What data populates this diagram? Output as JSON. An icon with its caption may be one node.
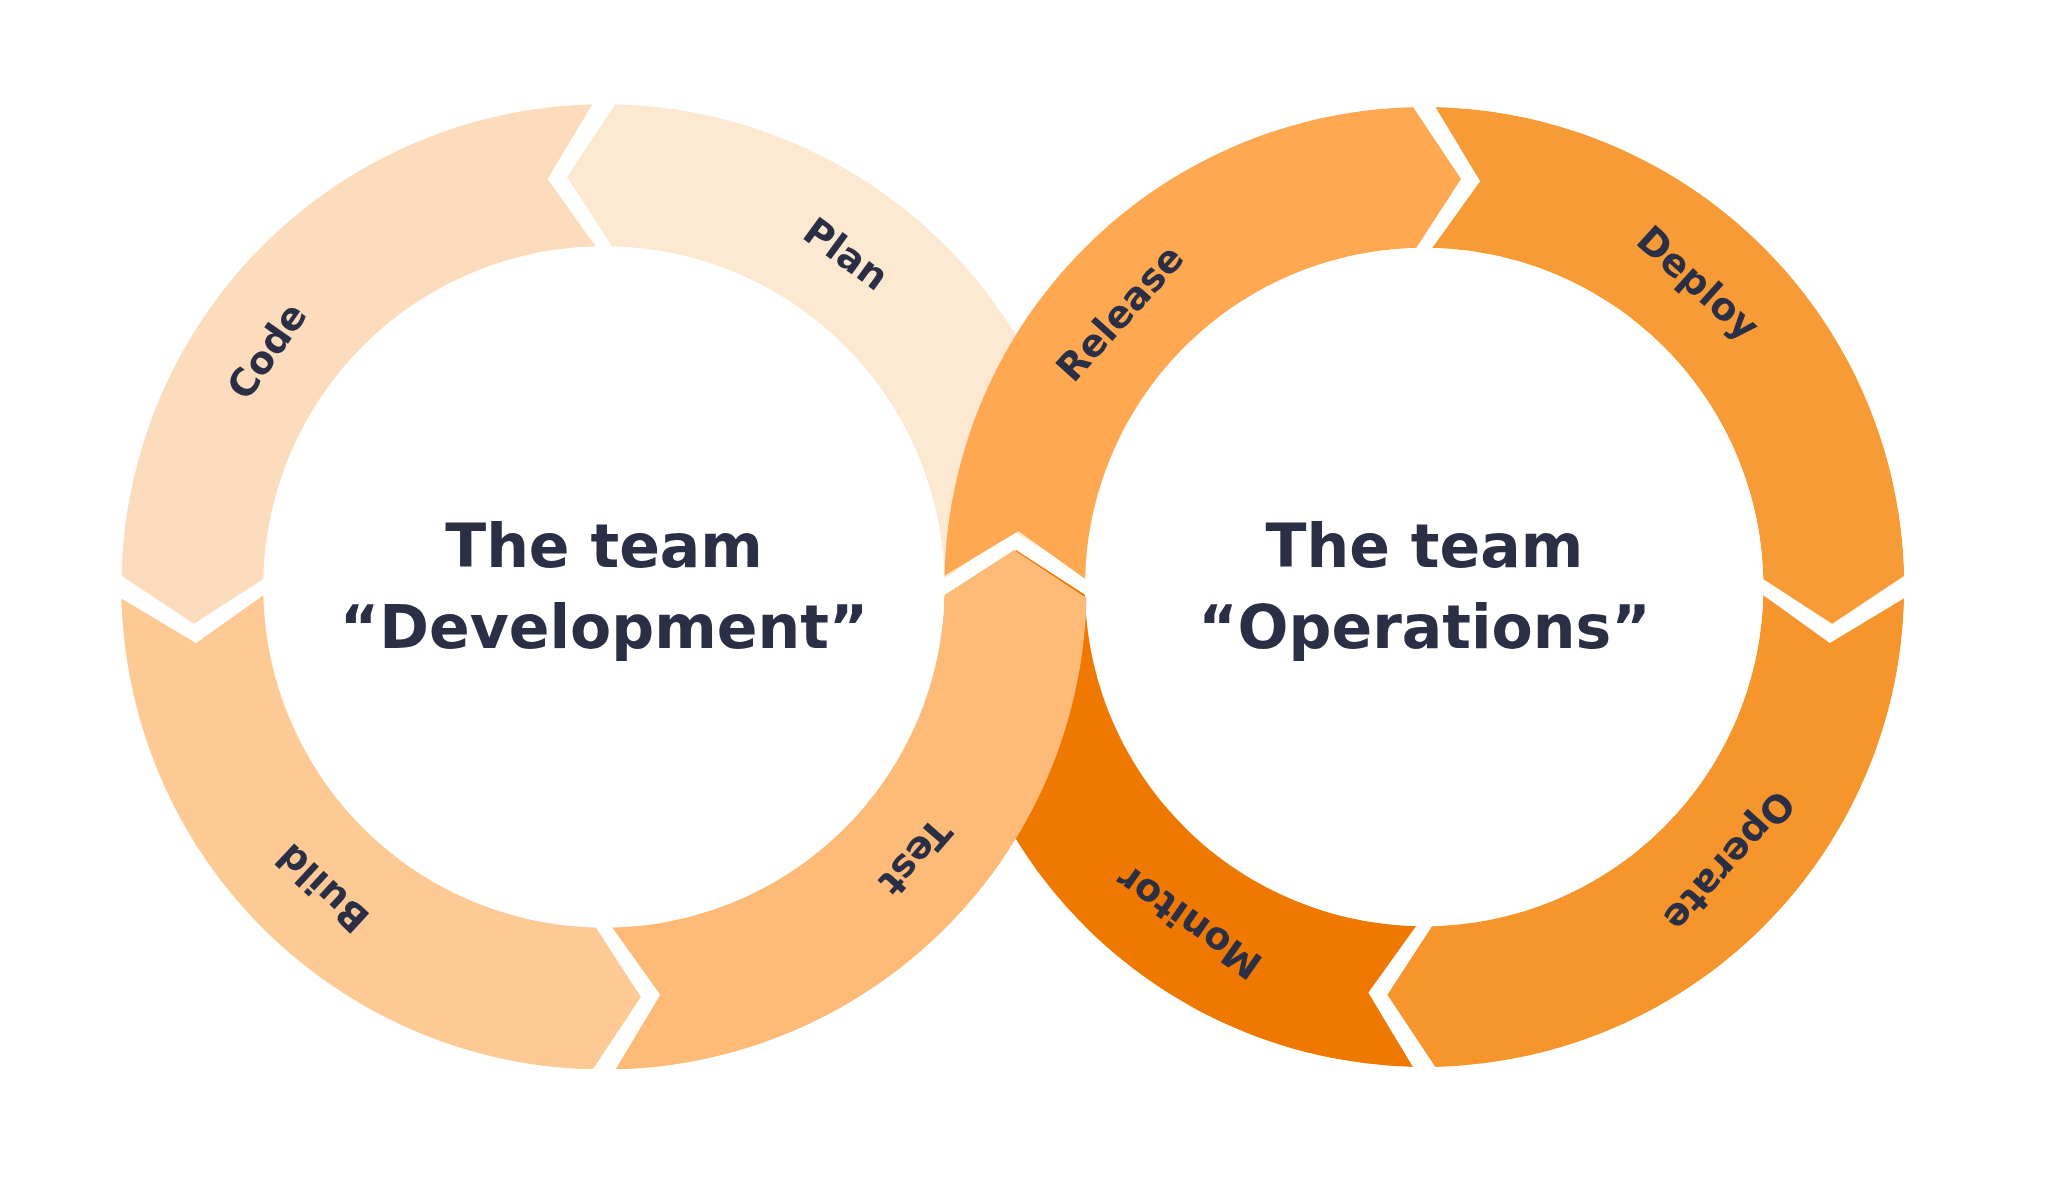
{
  "diagram": {
    "nodes": [
      {
        "text": [
          "The team “Development”"
        ]
      },
      {
        "text": [
          "Plan"
        ]
      },
      {
        "text": [
          "Code"
        ]
      },
      {
        "text": [
          "Build"
        ]
      },
      {
        "text": [
          "Test"
        ]
      },
      {
        "text": [
          "The team “Operations”"
        ]
      },
      {
        "text": [
          "Release"
        ]
      },
      {
        "text": [
          "Deploy"
        ]
      },
      {
        "text": [
          "Operate"
        ]
      },
      {
        "text": [
          "Monitor"
        ]
      }
    ]
  }
}
